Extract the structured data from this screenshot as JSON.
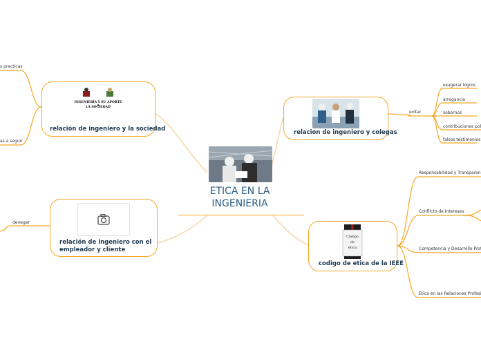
{
  "center": {
    "title_line1": "ETICA EN LA",
    "title_line2": "INGENIERIA"
  },
  "society": {
    "label": "relación de ingeniero y la sociedad",
    "img_line1": "INGENIERÍA Y SU APORTE A",
    "img_line2": "LA SOCIEDAD",
    "leaf_top": "s practicas",
    "leaf_bottom": "as a seguir"
  },
  "colleagues": {
    "label": "relacion de ingeniero y colegas",
    "connector": "evitar",
    "items": [
      "exagerar logros",
      "arrogancia",
      "sobornos",
      "contribuciones polit",
      "falsos testimonios"
    ]
  },
  "client": {
    "label_line1": "relación de ingeniero con el",
    "label_line2": "empleador y cliente",
    "leaf": "denegar",
    "camera_icon": "camera-icon"
  },
  "ieee": {
    "label": "codigo de etica de la IEEE",
    "sign_line1": "Código",
    "sign_line2": "de",
    "sign_line3": "ética",
    "items": [
      "Responsabilidad y Transparencia",
      "Conflicto de Intereses.",
      "Competencia y Desarrollo Profes",
      "Ética en las Relaciones Profesion"
    ]
  },
  "colors": {
    "accent": "#f5a623",
    "title": "#2a5d86",
    "label": "#1f3a50",
    "link": "#f6d7a8"
  }
}
